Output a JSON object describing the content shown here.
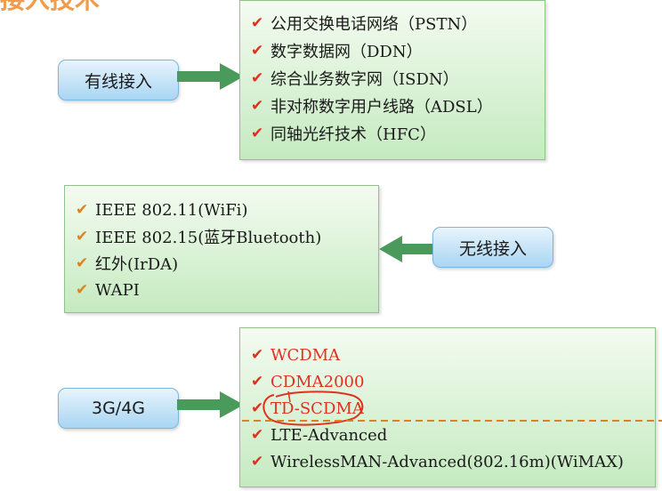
{
  "title_fragment": "接入技术",
  "wired": {
    "label": "有线接入",
    "items": [
      "公用交换电话网络（PSTN）",
      "数字数据网（DDN）",
      "综合业务数字网（ISDN）",
      "非对称数字用户线路（ADSL）",
      "同轴光纤技术（HFC）"
    ]
  },
  "wireless": {
    "label": "无线接入",
    "items": [
      "IEEE 802.11(WiFi)",
      "IEEE 802.15(蓝牙Bluetooth)",
      "红外(IrDA)",
      "WAPI"
    ]
  },
  "mobile": {
    "label": "3G/4G",
    "items": [
      "WCDMA",
      "CDMA2000",
      "TD-SCDMA",
      "LTE-Advanced",
      "WirelessMAN-Advanced(802.16m)(WiMAX)"
    ]
  },
  "colors": {
    "check_wired": "#e0301e",
    "check_wireless": "#e0801e",
    "highlight_text": "#e0301e",
    "arrow": "#4a9a5c",
    "annotation": "#e0301e"
  },
  "icons": {
    "check": "checkmark-icon",
    "arrow": "arrow-icon"
  }
}
